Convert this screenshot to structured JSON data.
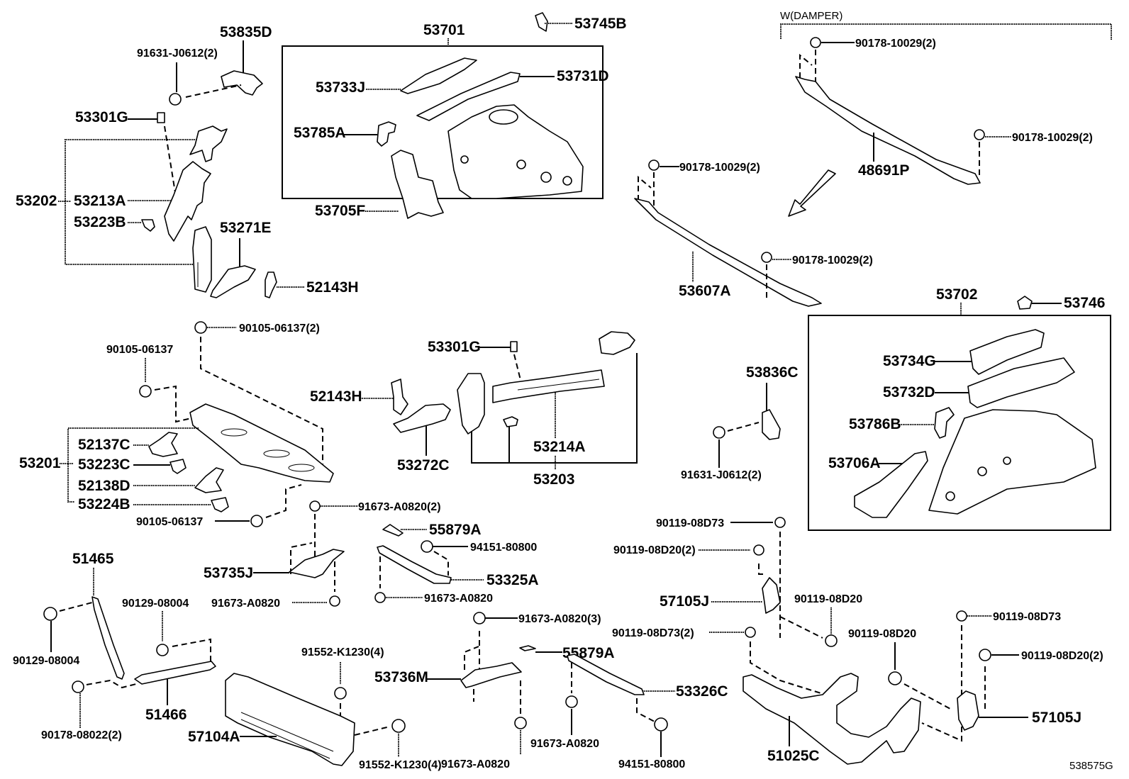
{
  "diagram": {
    "id_code": "538575G",
    "group_caption": "W(DAMPER)",
    "labels": {
      "p53835D": "53835D",
      "p91631J0612_2_top": "91631-J0612(2)",
      "p53301G_top": "53301G",
      "p53202": "53202",
      "p53213A": "53213A",
      "p53223B": "53223B",
      "p53271E": "53271E",
      "p52143H_top": "52143H",
      "p53701": "53701",
      "p53733J": "53733J",
      "p53731D": "53731D",
      "p53785A": "53785A",
      "p53705F": "53705F",
      "p53745B": "53745B",
      "p90178_10029_a": "90178-10029(2)",
      "p90178_10029_b": "90178-10029(2)",
      "p90178_10029_c": "90178-10029(2)",
      "p90178_10029_d": "90178-10029(2)",
      "p48691P": "48691P",
      "p53607A": "53607A",
      "p53702": "53702",
      "p53746": "53746",
      "p90105_06137_2": "90105-06137(2)",
      "p90105_06137_a": "90105-06137",
      "p90105_06137_b": "90105-06137",
      "p53201": "53201",
      "p52137C": "52137C",
      "p53223C": "53223C",
      "p52138D": "52138D",
      "p53224B": "53224B",
      "p53301G_mid": "53301G",
      "p52143H_mid": "52143H",
      "p53272C": "53272C",
      "p53214A": "53214A",
      "p53203": "53203",
      "p53836C": "53836C",
      "p91631J0612_2_mid": "91631-J0612(2)",
      "p53734G": "53734G",
      "p53732D": "53732D",
      "p53786B": "53786B",
      "p53706A": "53706A",
      "p91673A0820_2": "91673-A0820(2)",
      "p55879A_a": "55879A",
      "p94151_80800_a": "94151-80800",
      "p53325A": "53325A",
      "p91673A0820_a": "91673-A0820",
      "p53735J": "53735J",
      "p91673A0820_b": "91673-A0820",
      "p51465": "51465",
      "p90129_08004_a": "90129-08004",
      "p90129_08004_b": "90129-08004",
      "p51466": "51466",
      "p90178_08022_2": "90178-08022(2)",
      "p91552K1230_4_a": "91552-K1230(4)",
      "p91552K1230_4_b": "91552-K1230(4)",
      "p57104A": "57104A",
      "p91673A0820_3": "91673-A0820(3)",
      "p53736M": "53736M",
      "p91673A0820_c": "91673-A0820",
      "p91673A0820_d": "91673-A0820",
      "p55879A_b": "55879A",
      "p53326C": "53326C",
      "p94151_80800_b": "94151-80800",
      "p90119_08D73_a": "90119-08D73",
      "p90119_08D20_2_a": "90119-08D20(2)",
      "p57105J_a": "57105J",
      "p90119_08D20_a": "90119-08D20",
      "p90119_08D73_2": "90119-08D73(2)",
      "p51025C": "51025C",
      "p90119_08D20_b": "90119-08D20",
      "p90119_08D73_b": "90119-08D73",
      "p90119_08D20_2_b": "90119-08D20(2)",
      "p57105J_b": "57105J"
    }
  }
}
